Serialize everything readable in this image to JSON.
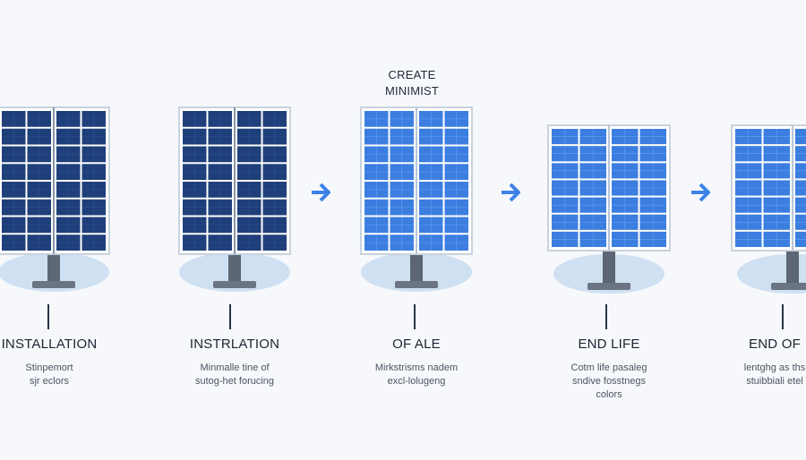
{
  "heading": [
    "CREATE",
    "MINIMIST"
  ],
  "colors": {
    "dark_panel": "#1f3f7a",
    "bright_panel": "#3b7ee0",
    "frame": "#c9d2de",
    "base_disc": "#cfe0f2",
    "pole": "#5c6674",
    "arrow": "#3d82e6"
  },
  "stages": [
    {
      "title": "INSTALLATION",
      "desc": "Stinpemort\nsjr eclors",
      "panel": "dark",
      "icon": "solar-panel-icon"
    },
    {
      "title": "INSTRLATION",
      "desc": "Minmalle tine of\nsutog-het forucing",
      "panel": "dark",
      "icon": "solar-panel-icon"
    },
    {
      "title": "OF ALE",
      "desc": "Mirkstrisms nadem\nexcl-lolugeng",
      "panel": "bright",
      "icon": "solar-panel-icon"
    },
    {
      "title": "END LIFE",
      "desc": "Cotm life pasaleg\nsndive fosstnegs\ncolors",
      "panel": "bright",
      "icon": "solar-panel-icon"
    },
    {
      "title": "END OF",
      "desc": "lentghg as ths\nstuibbiali etel",
      "panel": "bright",
      "icon": "solar-panel-icon"
    }
  ],
  "arrows": [
    "arrow-right-icon",
    "arrow-right-icon",
    "arrow-right-icon"
  ]
}
